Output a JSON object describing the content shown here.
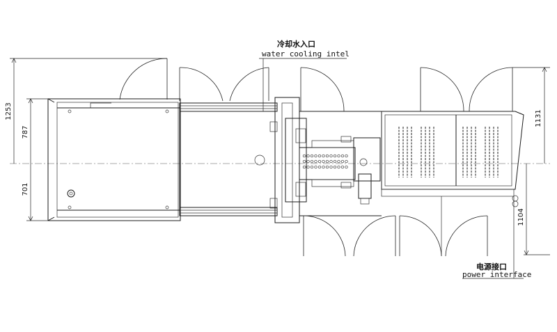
{
  "labels": {
    "water_cn": "冷却水入口",
    "water_en": "water cooling intel",
    "power_cn": "电源接口",
    "power_en": "power interface"
  },
  "dimensions": {
    "d1253": "1253",
    "d787": "787",
    "d701": "701",
    "d1131": "1131",
    "d1104": "1104"
  },
  "colors": {
    "line": "#1a1a1a",
    "background": "#ffffff"
  }
}
